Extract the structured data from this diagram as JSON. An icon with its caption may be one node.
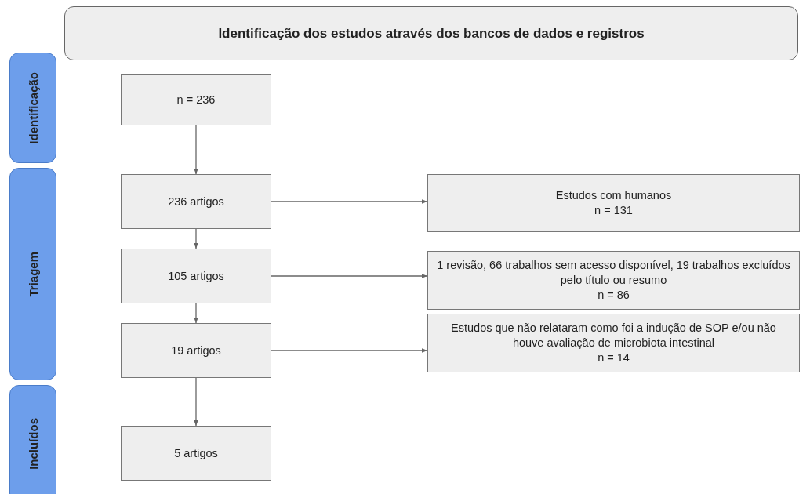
{
  "diagram": {
    "nodes": [
      {
        "text": [
          "Identificação dos estudos através dos bancos de dados e registros"
        ]
      },
      {
        "text": [
          "Identificação"
        ]
      },
      {
        "text": [
          "Triagem"
        ]
      },
      {
        "text": [
          "Incluídos"
        ]
      },
      {
        "text": [
          "n = 236"
        ]
      },
      {
        "text": [
          "236 artigos"
        ]
      },
      {
        "text": [
          "105 artigos"
        ]
      },
      {
        "text": [
          "19 artigos"
        ]
      },
      {
        "text": [
          "5 artigos"
        ]
      },
      {
        "text": [
          "Estudos com humanos",
          "n = 131"
        ]
      },
      {
        "text": [
          "1 revisão, 66 trabalhos sem acesso disponível, 19 trabalhos excluídos pelo título ou resumo",
          "n = 86"
        ]
      },
      {
        "text": [
          "Estudos que não relataram como foi a indução de SOP e/ou não houve avaliação de microbiota intestinal",
          "n = 14"
        ]
      }
    ],
    "edges": [
      {
        "from": 4,
        "to": 5,
        "arrow": "to"
      },
      {
        "from": 5,
        "to": 6,
        "arrow": "to"
      },
      {
        "from": 6,
        "to": 7,
        "arrow": "to"
      },
      {
        "from": 7,
        "to": 8,
        "arrow": "to"
      },
      {
        "from": 5,
        "to": 9,
        "arrow": "to"
      },
      {
        "from": 6,
        "to": 10,
        "arrow": "to"
      },
      {
        "from": 7,
        "to": 11,
        "arrow": "to"
      }
    ]
  }
}
